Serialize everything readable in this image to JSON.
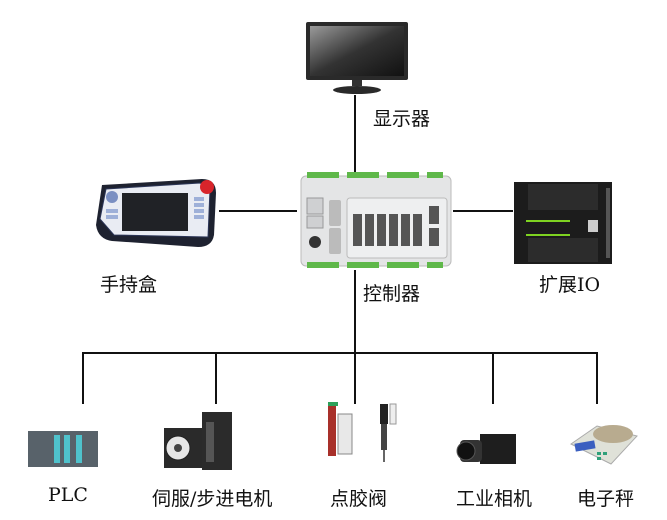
{
  "diagram": {
    "center": {
      "label": "控制器",
      "icon": "motion-controller-icon"
    },
    "top": {
      "label": "显示器",
      "icon": "monitor-icon"
    },
    "left": {
      "label": "手持盒",
      "icon": "teach-pendant-icon"
    },
    "right": {
      "label": "扩展IO",
      "icon": "io-module-icon"
    },
    "bottom": [
      {
        "label": "PLC",
        "icon": "plc-icon"
      },
      {
        "label": "伺服/步进电机",
        "icon": "servo-motor-icon"
      },
      {
        "label": "点胶阀",
        "icon": "dispensing-valve-icon"
      },
      {
        "label": "工业相机",
        "icon": "industrial-camera-icon"
      },
      {
        "label": "电子秤",
        "icon": "electronic-scale-icon"
      }
    ]
  },
  "colors": {
    "line": "#111111",
    "terminal_green": "#5fb84a",
    "estop_red": "#d8242b"
  }
}
